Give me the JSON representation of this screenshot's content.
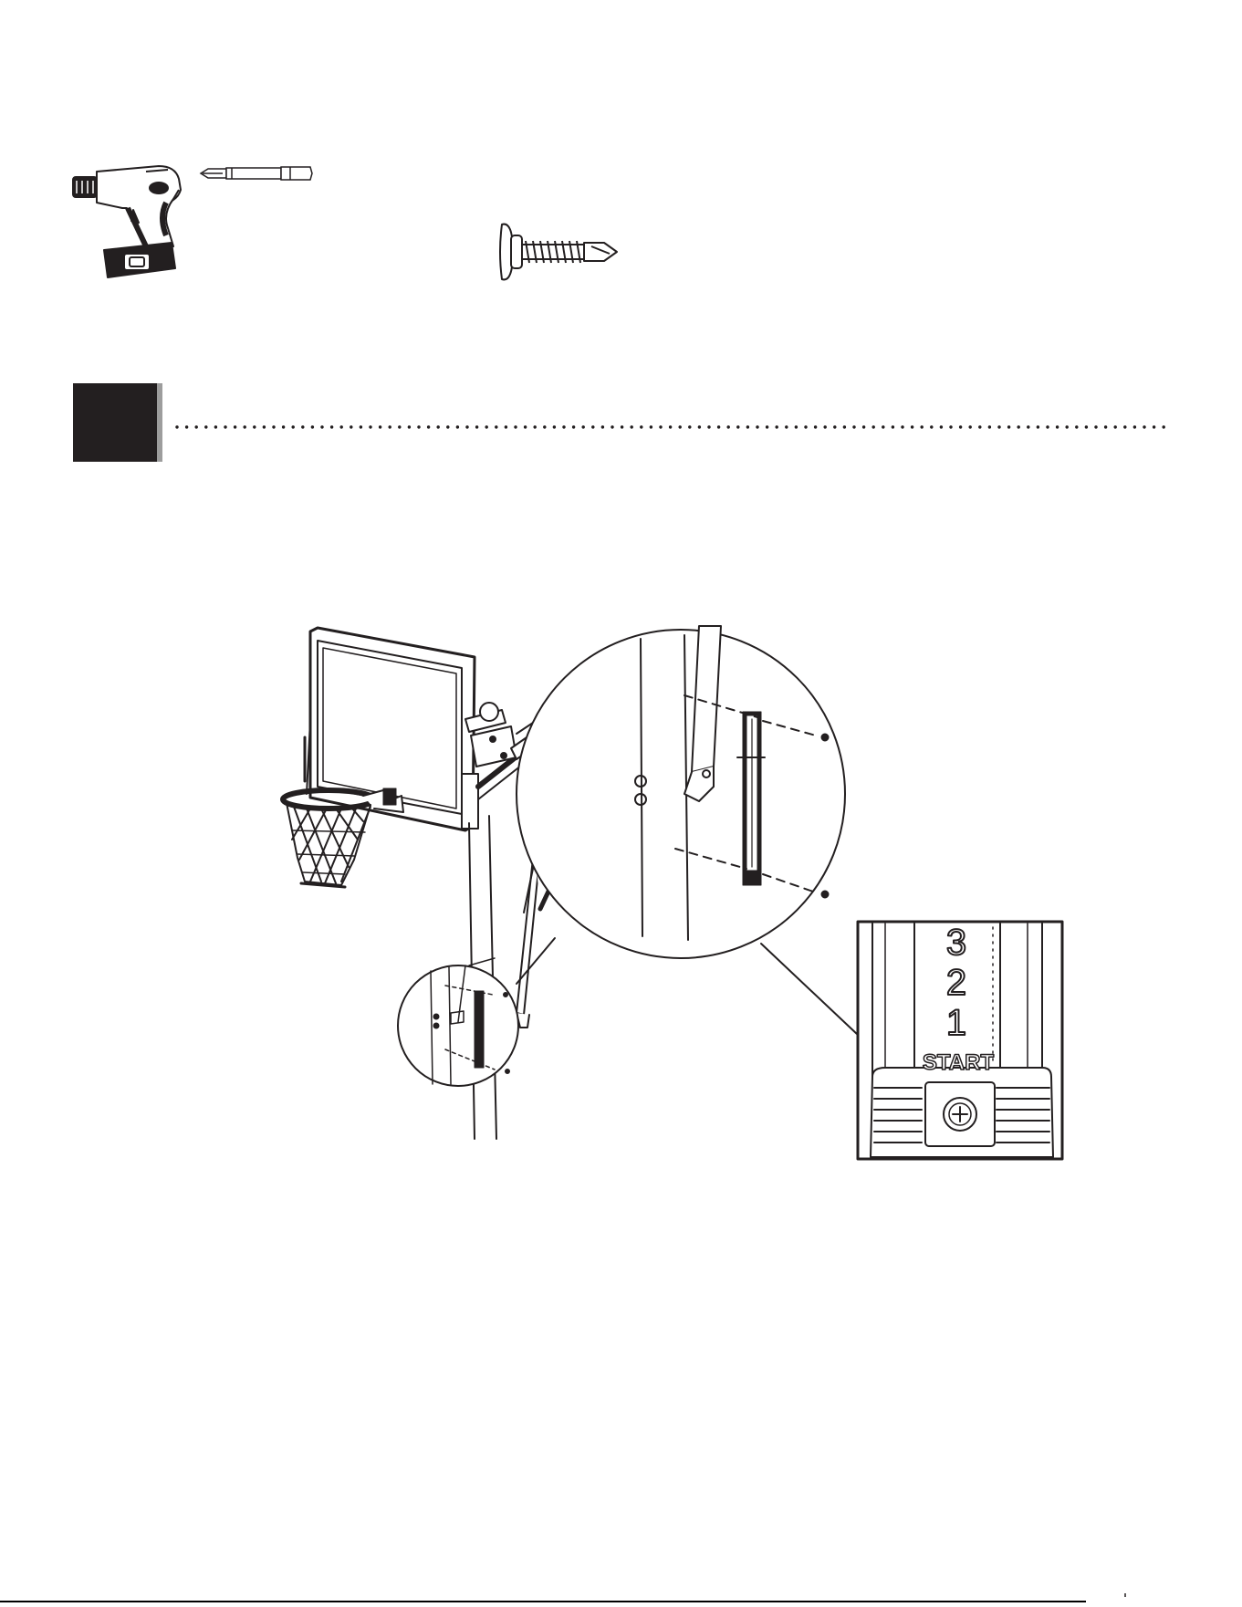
{
  "tools": {
    "drill_icon": "cordless-drill-icon",
    "bit_icon": "phillips-bit-icon",
    "screw_icon": "self-drilling-screw-icon"
  },
  "step": {
    "number": ""
  },
  "illustration": {
    "scale_labels": [
      "3",
      "2",
      "1"
    ],
    "start_label": "START"
  },
  "colors": {
    "ink": "#231f20",
    "step_shadow": "#9d9d9d"
  }
}
